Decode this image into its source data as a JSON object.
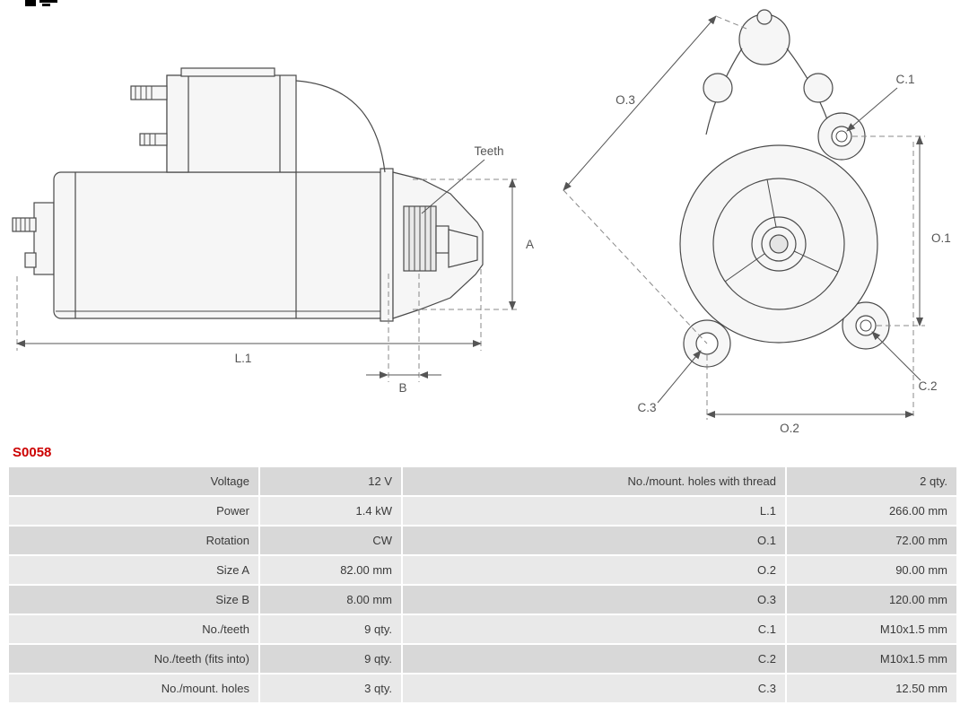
{
  "part_number": "S0058",
  "accent_color": "#cc0000",
  "drawing_labels": {
    "teeth": "Teeth",
    "a": "A",
    "b": "B",
    "l1": "L.1",
    "o1": "O.1",
    "o2": "O.2",
    "o3": "O.3",
    "c1": "C.1",
    "c2": "C.2",
    "c3": "C.3"
  },
  "table": {
    "left": [
      {
        "label": "Voltage",
        "value": "12 V"
      },
      {
        "label": "Power",
        "value": "1.4 kW"
      },
      {
        "label": "Rotation",
        "value": "CW"
      },
      {
        "label": "Size A",
        "value": "82.00 mm"
      },
      {
        "label": "Size B",
        "value": "8.00 mm"
      },
      {
        "label": "No./teeth",
        "value": "9 qty."
      },
      {
        "label": "No./teeth (fits into)",
        "value": "9 qty."
      },
      {
        "label": "No./mount. holes",
        "value": "3 qty."
      }
    ],
    "right": [
      {
        "label": "No./mount. holes with thread",
        "value": "2 qty."
      },
      {
        "label": "L.1",
        "value": "266.00 mm"
      },
      {
        "label": "O.1",
        "value": "72.00 mm"
      },
      {
        "label": "O.2",
        "value": "90.00 mm"
      },
      {
        "label": "O.3",
        "value": "120.00 mm"
      },
      {
        "label": "C.1",
        "value": "M10x1.5 mm"
      },
      {
        "label": "C.2",
        "value": "M10x1.5 mm"
      },
      {
        "label": "C.3",
        "value": "12.50 mm"
      }
    ]
  }
}
